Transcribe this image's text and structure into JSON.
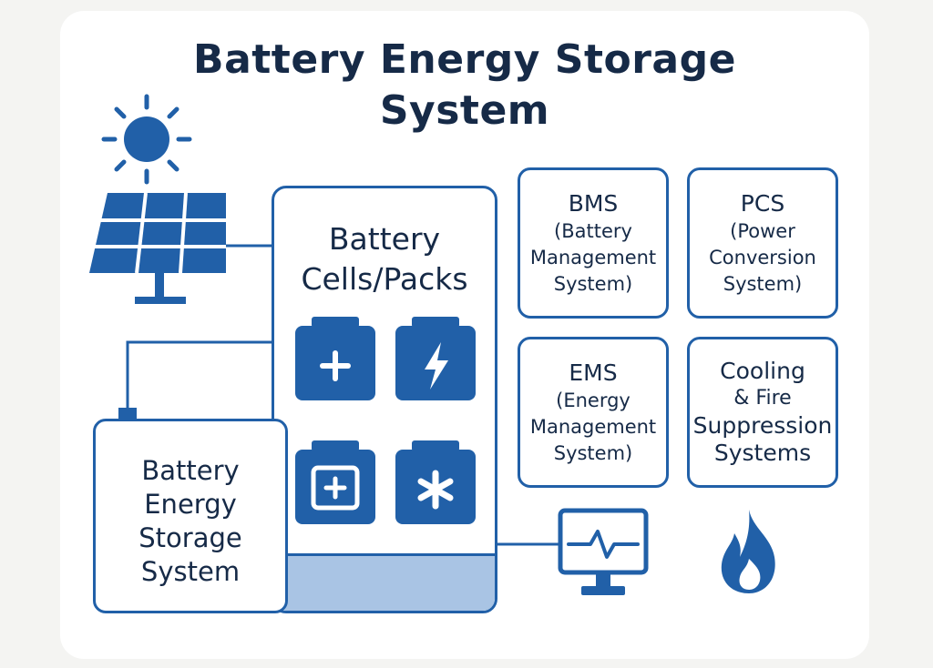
{
  "title": {
    "line1": "Battery Energy Storage",
    "line2": "System"
  },
  "battery_cells": {
    "line1": "Battery",
    "line2": "Cells/Packs",
    "packs": [
      {
        "icon": "plus-battery-icon"
      },
      {
        "icon": "lightning-battery-icon"
      },
      {
        "icon": "boxed-plus-battery-icon"
      },
      {
        "icon": "snowflake-battery-icon"
      }
    ]
  },
  "bess_box": {
    "line1": "Battery",
    "line2": "Energy",
    "line3": "Storage",
    "line4": "System"
  },
  "bms": {
    "abbr": "BMS",
    "sub1": "(Battery",
    "sub2": "Management",
    "sub3": "System)"
  },
  "pcs": {
    "abbr": "PCS",
    "sub1": "(Power",
    "sub2": "Conversion",
    "sub3": "System)"
  },
  "ems": {
    "abbr": "EMS",
    "sub1": "(Energy",
    "sub2": "Management",
    "sub3": "System)"
  },
  "cooling": {
    "line1": "Cooling",
    "line2": "& Fire",
    "line3": "Suppression",
    "line4": "Systems"
  },
  "colors": {
    "primary": "#2160a8",
    "text": "#162a47",
    "light_fill": "#a9c4e4",
    "background": "#f4f4f2"
  },
  "icons": [
    "sun-icon",
    "solar-panel-icon",
    "monitor-icon",
    "flame-icon"
  ]
}
